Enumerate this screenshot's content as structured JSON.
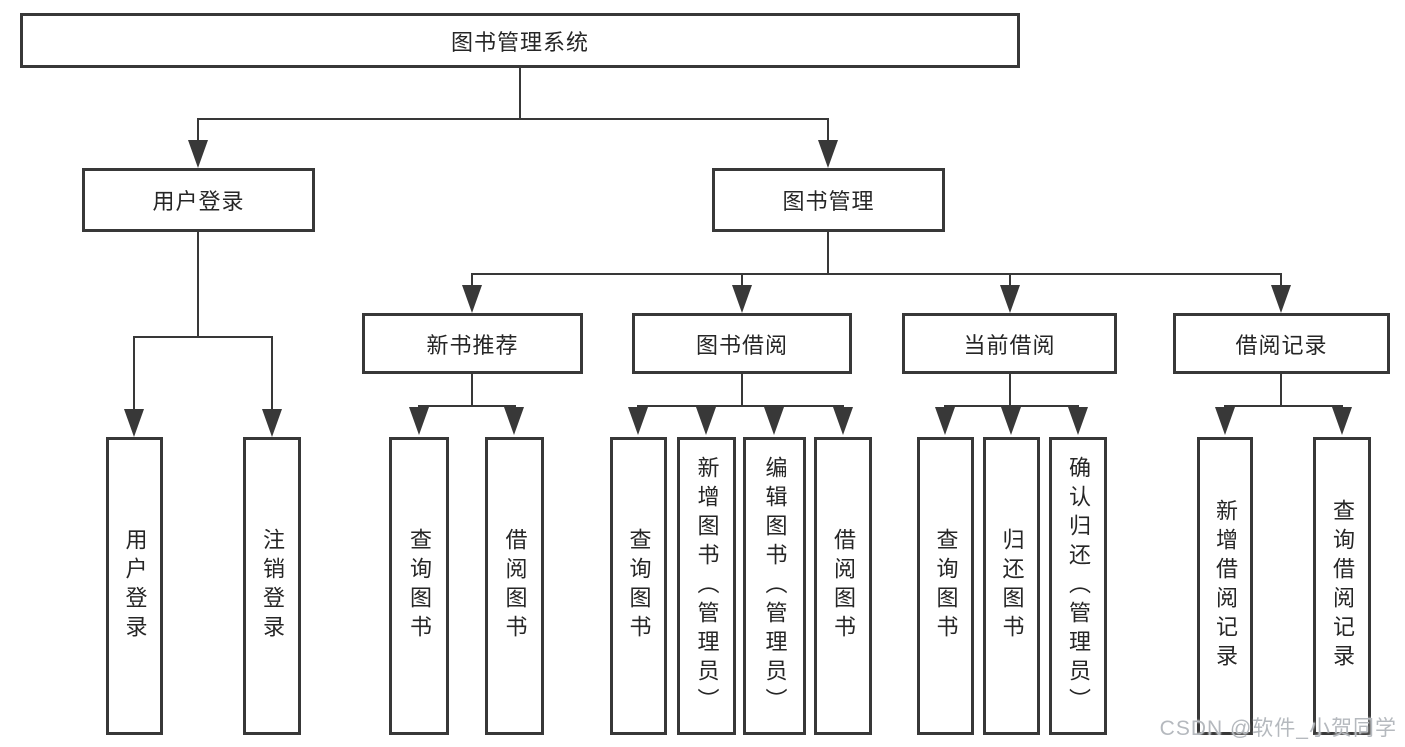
{
  "tree": {
    "root": {
      "label": "图书管理系统"
    },
    "branches": [
      {
        "label": "用户登录",
        "children": [
          {
            "label": "用户登录"
          },
          {
            "label": "注销登录"
          }
        ]
      },
      {
        "label": "图书管理",
        "children": [
          {
            "label": "新书推荐",
            "children": [
              {
                "label": "查询图书"
              },
              {
                "label": "借阅图书"
              }
            ]
          },
          {
            "label": "图书借阅",
            "children": [
              {
                "label": "查询图书"
              },
              {
                "label": "新增图书（管理员）"
              },
              {
                "label": "编辑图书（管理员）"
              },
              {
                "label": "借阅图书"
              }
            ]
          },
          {
            "label": "当前借阅",
            "children": [
              {
                "label": "查询图书"
              },
              {
                "label": "归还图书"
              },
              {
                "label": "确认归还（管理员）"
              }
            ]
          },
          {
            "label": "借阅记录",
            "children": [
              {
                "label": "新增借阅记录"
              },
              {
                "label": "查询借阅记录"
              }
            ]
          }
        ]
      }
    ]
  },
  "watermark": {
    "text": "CSDN @软件_小贺同学"
  },
  "colors": {
    "line": "#383838",
    "text": "#262626",
    "watermark": "#b5b9be",
    "background": "#ffffff"
  }
}
